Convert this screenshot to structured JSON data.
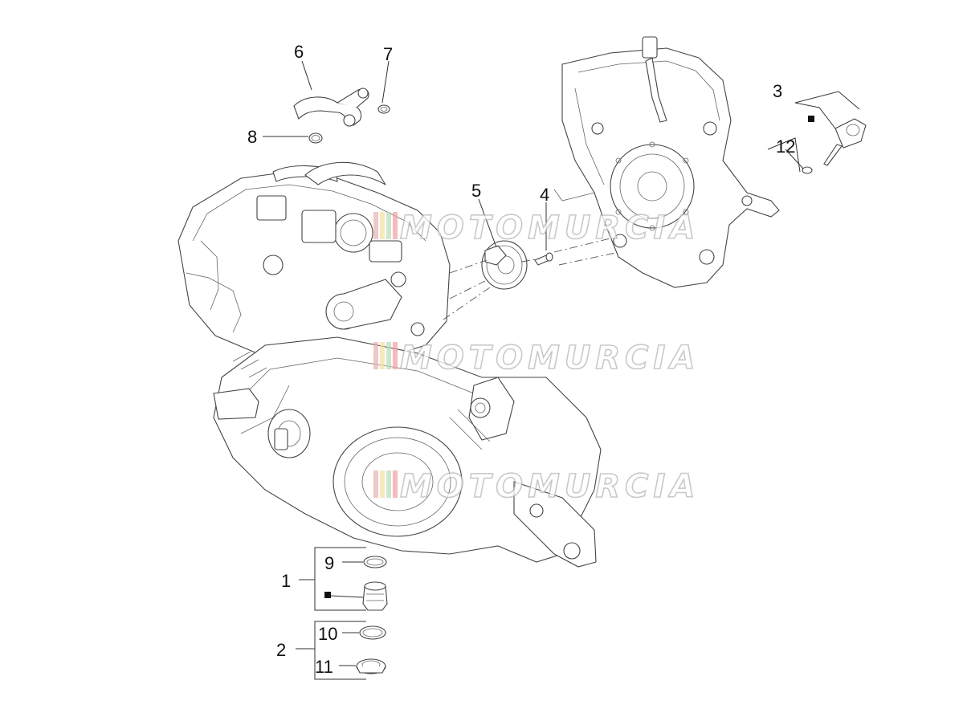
{
  "diagram": {
    "callouts": [
      {
        "id": "c1",
        "label": "1"
      },
      {
        "id": "c2",
        "label": "2"
      },
      {
        "id": "c3",
        "label": "3"
      },
      {
        "id": "c4",
        "label": "4"
      },
      {
        "id": "c5",
        "label": "5"
      },
      {
        "id": "c6",
        "label": "6"
      },
      {
        "id": "c7",
        "label": "7"
      },
      {
        "id": "c8",
        "label": "8"
      },
      {
        "id": "c9",
        "label": "9"
      },
      {
        "id": "c10",
        "label": "10"
      },
      {
        "id": "c11",
        "label": "11"
      },
      {
        "id": "c12",
        "label": "12"
      }
    ],
    "watermark": {
      "text": "MOTOMURCIA",
      "stripe_colors": [
        "#e8b0b0",
        "#f2dfa0",
        "#b9dcb9",
        "#f0a0a0"
      ]
    }
  }
}
